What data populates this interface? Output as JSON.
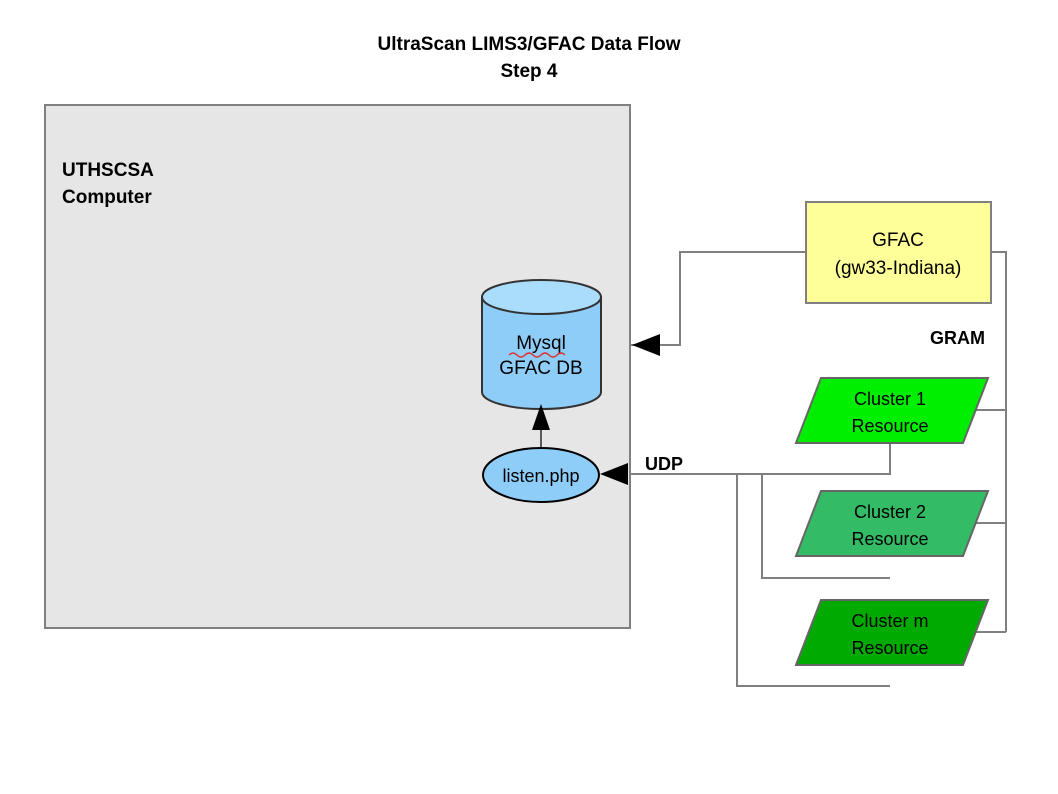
{
  "title": {
    "line1": "UltraScan LIMS3/GFAC Data Flow",
    "line2": "Step 4"
  },
  "host_box": {
    "label_line1": "UTHSCSA",
    "label_line2": "Computer",
    "fill": "#e6e6e6",
    "stroke": "#808080"
  },
  "nodes": {
    "database": {
      "label_line1": "Mysql",
      "label_line2": "GFAC DB",
      "body_fill": "#8ecdf8",
      "top_fill": "#aadcfb",
      "stroke": "#333333"
    },
    "listener": {
      "label": "listen.php",
      "fill": "#8ecdf8",
      "stroke": "#000000"
    },
    "gfac": {
      "label_line1": "GFAC",
      "label_line2": "(gw33-Indiana)",
      "fill": "#ffff99",
      "stroke": "#808080"
    },
    "cluster1": {
      "label_line1": "Cluster 1",
      "label_line2": "Resource",
      "fill": "#00ee00",
      "stroke": "#666666"
    },
    "cluster2": {
      "label_line1": "Cluster 2",
      "label_line2": "Resource",
      "fill": "#33bb66",
      "stroke": "#666666"
    },
    "clusterm": {
      "label_line1": "Cluster m",
      "label_line2": "Resource",
      "fill": "#00aa00",
      "stroke": "#666666"
    }
  },
  "edge_labels": {
    "gram": "GRAM",
    "udp": "UDP"
  }
}
